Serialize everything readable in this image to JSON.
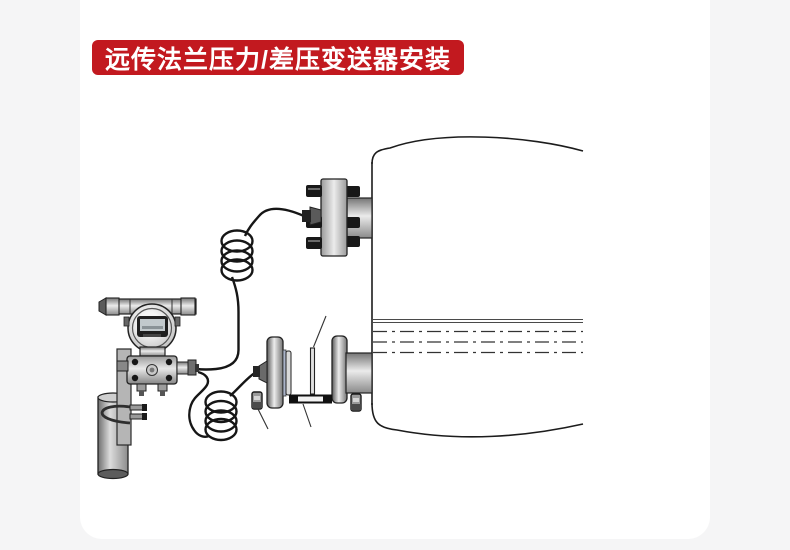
{
  "banner": {
    "label": "远传法兰压力/差压变送器安装"
  },
  "colors": {
    "page_background": "#f5f5f6",
    "card_background": "#ffffff",
    "banner_background": "#c2191f",
    "banner_text": "#ffffff",
    "drawing_line": "#1c1c1c"
  },
  "diagram": {
    "type": "technical-installation-drawing",
    "components": [
      "pressure-transmitter-with-display",
      "mounting-bracket",
      "2in-mounting-pipe-with-u-bolt",
      "upper-capillary-with-coil",
      "lower-capillary-with-coil",
      "upper-tank-flange-with-bolts",
      "remote-seal-diaphragm-flange",
      "gasket",
      "stud-bolt",
      "flange-nuts",
      "tank-nozzle-flange",
      "storage-tank-vessel",
      "liquid-level-centerlines"
    ]
  }
}
